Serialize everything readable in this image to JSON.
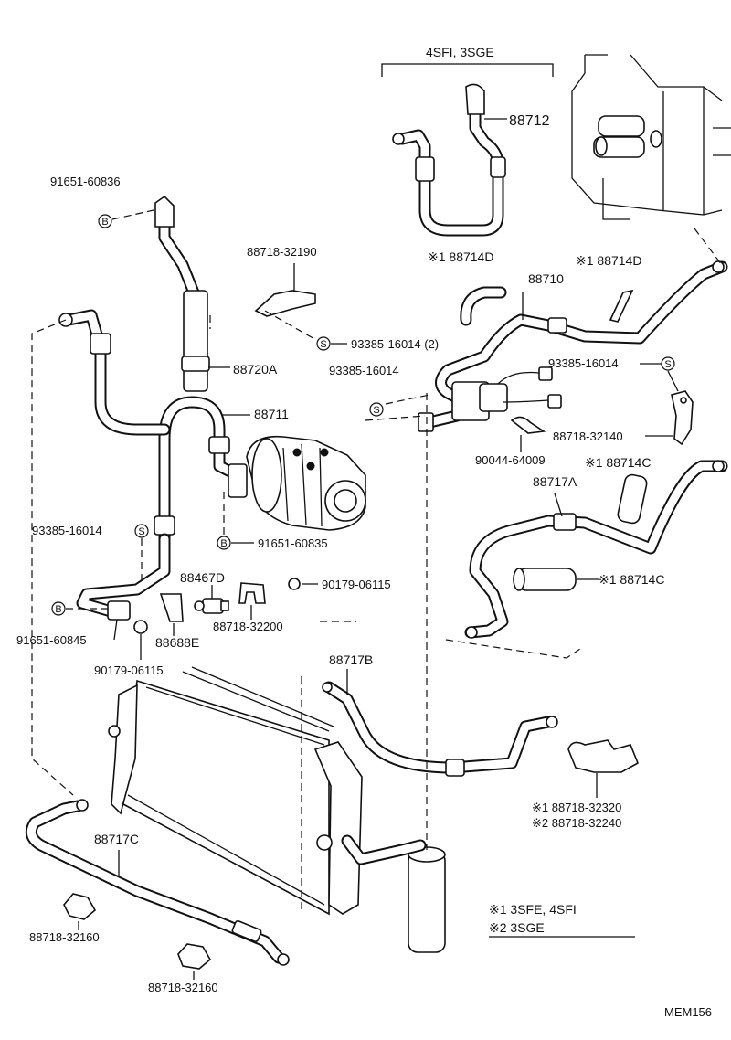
{
  "header": {
    "engine_bracket_label": "4SFI, 3SGE"
  },
  "symbols": {
    "bolt": "B",
    "screw": "S"
  },
  "parts": {
    "p88712": "88712",
    "p88714D_a": "※1 88714D",
    "p88714D_b": "※1 88714D",
    "p88710": "88710",
    "p93385_16014_a": "93385-16014",
    "p93385_16014_b": "93385-16014",
    "p93385_16014_c": "93385-16014",
    "p93385_16014_2": "93385-16014 (2)",
    "p88718_32140": "88718-32140",
    "p90044_64009": "90044-64009",
    "p88714C_a": "※1 88714C",
    "p88714C_b": "※1 88714C",
    "p88717A": "88717A",
    "p91651_60836": "91651-60836",
    "p88718_32190": "88718-32190",
    "p88720A": "88720A",
    "p88711": "88711",
    "p91651_60835": "91651-60835",
    "p88467D": "88467D",
    "p90179_06115_a": "90179-06115",
    "p90179_06115_b": "90179-06115",
    "p88718_32200": "88718-32200",
    "p91651_60845": "91651-60845",
    "p88688E": "88688E",
    "p88717B": "88717B",
    "p88718_32320": "※1 88718-32320",
    "p88718_32240": "※2 88718-32240",
    "p88717C": "88717C",
    "p88718_32160_a": "88718-32160",
    "p88718_32160_b": "88718-32160"
  },
  "legend": {
    "note1": "※1 3SFE, 4SFI",
    "note2": "※2 3SGE"
  },
  "footer": {
    "code": "MEM156"
  }
}
